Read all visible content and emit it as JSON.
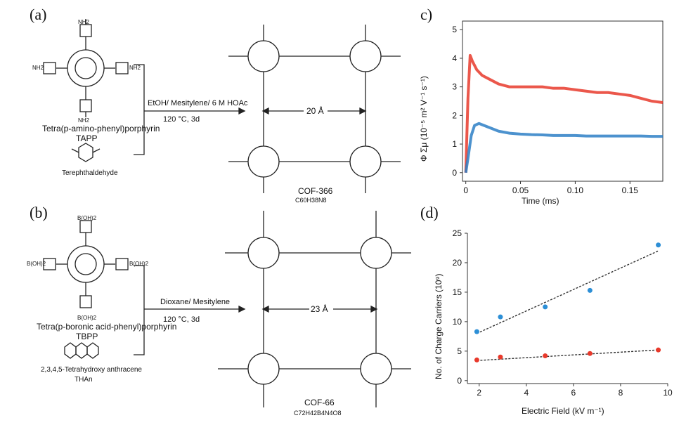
{
  "panels": {
    "a": "(a)",
    "b": "(b)",
    "c": "c)",
    "d": "(d)"
  },
  "scheme_a": {
    "monomer1_name": "Tetra(p-amino-phenyl)porphyrin",
    "monomer1_abbr": "TAPP",
    "monomer2_name": "Terephthaldehyde",
    "conditions_top": "EtOH/ Mesitylene/ 6 M HOAc",
    "conditions_bottom": "120 °C, 3d",
    "pore_size": "20 Å",
    "product_name": "COF-366",
    "product_formula": "C60H38N8",
    "group_label": "NH2"
  },
  "scheme_b": {
    "monomer1_name": "Tetra(p-boronic acid-phenyl)porphyrin",
    "monomer1_abbr": "TBPP",
    "monomer2_name": "2,3,4,5-Tetrahydroxy anthracene",
    "monomer2_abbr": "THAn",
    "conditions_top": "Dioxane/ Mesitylene",
    "conditions_bottom": "120 °C, 3d",
    "pore_size": "23 Å",
    "product_name": "COF-66",
    "product_formula": "C72H42B4N4O8",
    "group_label": "B(OH)2"
  },
  "chart_data": [
    {
      "type": "line",
      "xlabel": "Time (ms)",
      "ylabel": "Φ Σμ (10⁻⁵ m² V⁻¹ s⁻¹)",
      "xlim": [
        -0.003,
        0.18
      ],
      "ylim": [
        -0.3,
        5.3
      ],
      "xticks": [
        0,
        0.05,
        0.1,
        0.15
      ],
      "xtick_labels": [
        "0",
        "0.05",
        "0.10",
        "0.15"
      ],
      "yticks": [
        0,
        1,
        2,
        3,
        4,
        5
      ],
      "ytick_labels": [
        "0",
        "1",
        "2",
        "3",
        "4",
        "5"
      ],
      "series": [
        {
          "color": "#e8392b",
          "x": [
            0,
            0.002,
            0.004,
            0.006,
            0.01,
            0.015,
            0.02,
            0.03,
            0.04,
            0.05,
            0.06,
            0.07,
            0.08,
            0.09,
            0.1,
            0.11,
            0.12,
            0.13,
            0.14,
            0.15,
            0.16,
            0.17,
            0.18
          ],
          "y": [
            0,
            2.6,
            4.1,
            3.9,
            3.6,
            3.4,
            3.3,
            3.1,
            3.0,
            3.0,
            3.0,
            3.0,
            2.95,
            2.95,
            2.9,
            2.85,
            2.8,
            2.8,
            2.75,
            2.7,
            2.6,
            2.5,
            2.45
          ]
        },
        {
          "color": "#2d7fc6",
          "x": [
            0,
            0.002,
            0.005,
            0.008,
            0.012,
            0.02,
            0.03,
            0.04,
            0.05,
            0.06,
            0.07,
            0.08,
            0.09,
            0.1,
            0.11,
            0.12,
            0.13,
            0.14,
            0.15,
            0.16,
            0.17,
            0.18
          ],
          "y": [
            0,
            0.5,
            1.3,
            1.65,
            1.72,
            1.6,
            1.45,
            1.38,
            1.35,
            1.33,
            1.32,
            1.3,
            1.3,
            1.3,
            1.28,
            1.28,
            1.28,
            1.28,
            1.28,
            1.28,
            1.27,
            1.27
          ]
        }
      ]
    },
    {
      "type": "scatter",
      "xlabel": "Electric Field (kV m⁻¹)",
      "ylabel": "No. of Charge Carriers (10⁹)",
      "xlim": [
        1.5,
        10
      ],
      "ylim": [
        -0.5,
        25
      ],
      "xticks": [
        2,
        4,
        6,
        8,
        10
      ],
      "xtick_labels": [
        "2",
        "4",
        "6",
        "8",
        "10"
      ],
      "yticks": [
        0,
        5,
        10,
        15,
        20,
        25
      ],
      "ytick_labels": [
        "0",
        "5",
        "10",
        "15",
        "20",
        "25"
      ],
      "series": [
        {
          "color": "#2d8fd6",
          "x": [
            1.9,
            2.9,
            4.8,
            6.7,
            9.6
          ],
          "y": [
            8.3,
            10.8,
            12.5,
            15.3,
            23.0
          ],
          "fit": [
            [
              1.9,
              8.0
            ],
            [
              9.6,
              22.0
            ]
          ]
        },
        {
          "color": "#e8392b",
          "x": [
            1.9,
            2.9,
            4.8,
            6.7,
            9.6
          ],
          "y": [
            3.5,
            4.0,
            4.2,
            4.6,
            5.2
          ],
          "fit": [
            [
              1.9,
              3.4
            ],
            [
              9.6,
              5.2
            ]
          ]
        }
      ]
    }
  ]
}
